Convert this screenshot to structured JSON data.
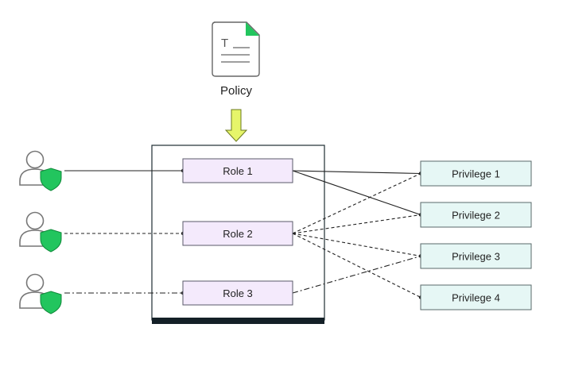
{
  "policy": {
    "label": "Policy",
    "doc_glyph": "T"
  },
  "roles": [
    {
      "id": "role-1",
      "label": "Role 1"
    },
    {
      "id": "role-2",
      "label": "Role 2"
    },
    {
      "id": "role-3",
      "label": "Role 3"
    }
  ],
  "privileges": [
    {
      "id": "privilege-1",
      "label": "Privilege 1"
    },
    {
      "id": "privilege-2",
      "label": "Privilege 2"
    },
    {
      "id": "privilege-3",
      "label": "Privilege 3"
    },
    {
      "id": "privilege-4",
      "label": "Privilege 4"
    }
  ],
  "users": [
    {
      "id": "user-1",
      "icon": "user-shield-icon",
      "link_style": "solid"
    },
    {
      "id": "user-2",
      "icon": "user-shield-icon",
      "link_style": "dashed"
    },
    {
      "id": "user-3",
      "icon": "user-shield-icon",
      "link_style": "dash-dot"
    }
  ],
  "role_privilege_links": [
    {
      "role": "role-1",
      "privilege": "privilege-1",
      "style": "solid"
    },
    {
      "role": "role-1",
      "privilege": "privilege-2",
      "style": "solid"
    },
    {
      "role": "role-2",
      "privilege": "privilege-1",
      "style": "dashed"
    },
    {
      "role": "role-2",
      "privilege": "privilege-2",
      "style": "dashed"
    },
    {
      "role": "role-2",
      "privilege": "privilege-3",
      "style": "dashed"
    },
    {
      "role": "role-2",
      "privilege": "privilege-4",
      "style": "dashed"
    },
    {
      "role": "role-3",
      "privilege": "privilege-3",
      "style": "dash-dot"
    }
  ],
  "colors": {
    "role_fill": "#f4eafc",
    "role_border": "#5a5a6a",
    "privilege_fill": "#e6f7f5",
    "privilege_border": "#5a6a6a",
    "container_border": "#1e2d33",
    "container_base": "#142027",
    "shield": "#22c55e",
    "shield_stroke": "#0f8a3a",
    "person_outline": "#777777",
    "arrow_fill": "#e6f56a",
    "arrow_stroke": "#6b7a1f",
    "doc_corner": "#22c55e",
    "line": "#222222"
  }
}
